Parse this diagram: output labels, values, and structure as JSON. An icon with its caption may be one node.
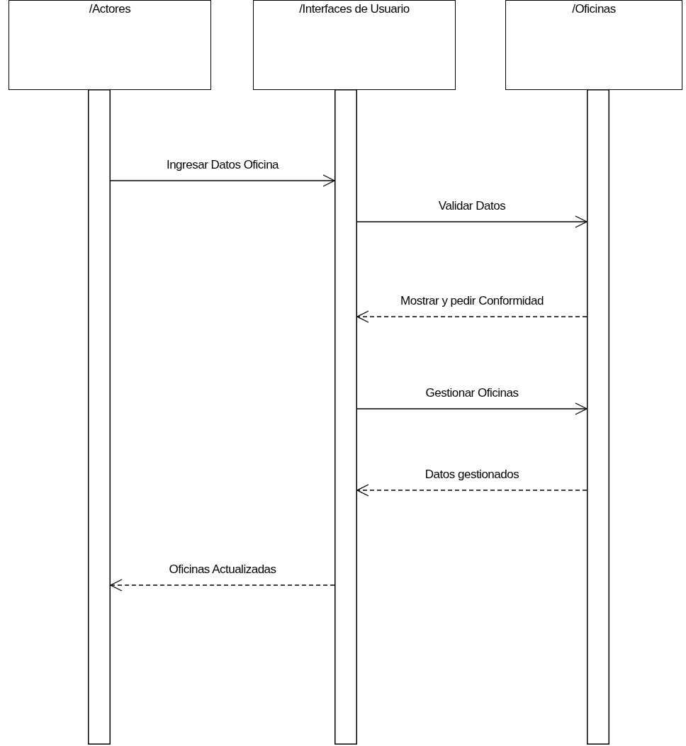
{
  "diagram": {
    "nodes": [
      {
        "text": [
          "/Actores"
        ]
      },
      {
        "text": [
          "/Interfaces de Usuario"
        ]
      },
      {
        "text": [
          "/Oficinas"
        ]
      },
      {
        "text": [],
        "shape": "bar"
      },
      {
        "text": [],
        "shape": "bar"
      },
      {
        "text": [],
        "shape": "bar"
      }
    ],
    "edges": [
      {
        "from": 3,
        "to": 4,
        "arrow": "to",
        "label": "Ingresar Datos Oficina"
      },
      {
        "from": 4,
        "to": 5,
        "arrow": "to",
        "label": "Validar Datos"
      },
      {
        "from": 5,
        "to": 4,
        "arrow": "to",
        "label": "Mostrar y pedir Conformidad",
        "style": "dashed"
      },
      {
        "from": 4,
        "to": 5,
        "arrow": "to",
        "label": "Gestionar Oficinas"
      },
      {
        "from": 5,
        "to": 4,
        "arrow": "to",
        "label": "Datos gestionados",
        "style": "dashed"
      },
      {
        "from": 4,
        "to": 3,
        "arrow": "to",
        "label": "Oficinas Actualizadas",
        "style": "dashed"
      }
    ]
  }
}
